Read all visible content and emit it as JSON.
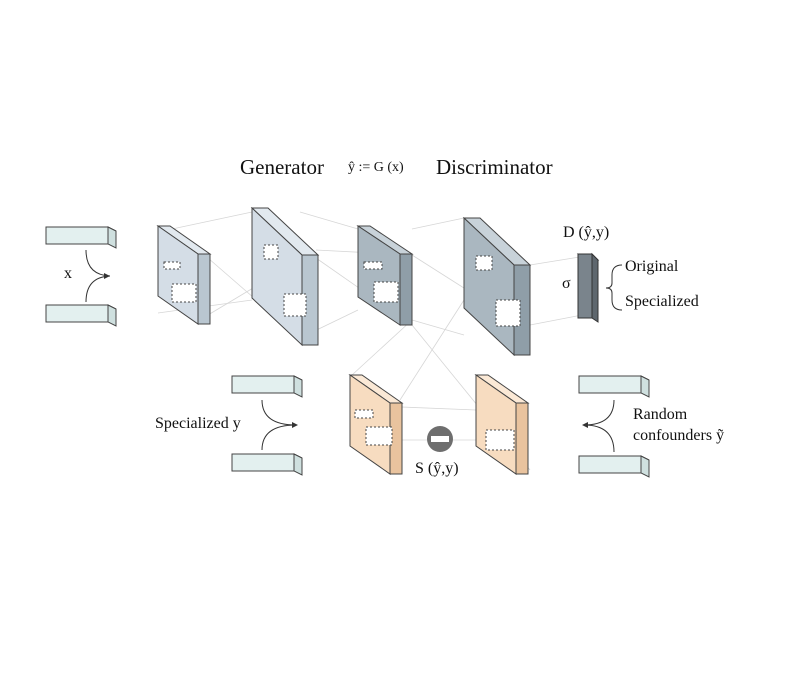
{
  "titles": {
    "generator": "Generator",
    "equation": "ŷ := G (x)",
    "discriminator": "Discriminator"
  },
  "labels": {
    "x": "x",
    "d_output": "D (ŷ,y)",
    "sigma": "σ",
    "original": "Original",
    "specialized": "Specialized",
    "specialized_y": "Specialized y",
    "random": "Random",
    "confounders": "confounders ỹ",
    "s_output": "S (ŷ,y)"
  },
  "colors": {
    "generator_fill": "#d4dde6",
    "discriminator_fill": "#aab7c0",
    "specialist_fill": "#f7dcc0",
    "input_fill": "#e3f0ef",
    "output_fill": "#7a848c",
    "minus_fill": "#6e6e6e"
  },
  "icons": {
    "subtract": "minus-circle-icon"
  }
}
